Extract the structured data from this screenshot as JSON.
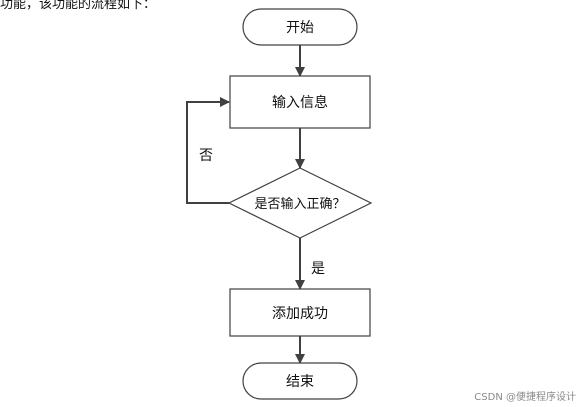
{
  "top_text": "功能，该功能的流程如下：",
  "flow": {
    "start": "开始",
    "input": "输入信息",
    "decision": "是否输入正确？",
    "no_label": "否",
    "yes_label": "是",
    "add": "添加成功",
    "end": "结束"
  },
  "watermark": "CSDN @便捷程序设计",
  "colors": {
    "stroke": "#404040",
    "arrow": "#404040",
    "text": "#111111",
    "background": "#ffffff"
  }
}
